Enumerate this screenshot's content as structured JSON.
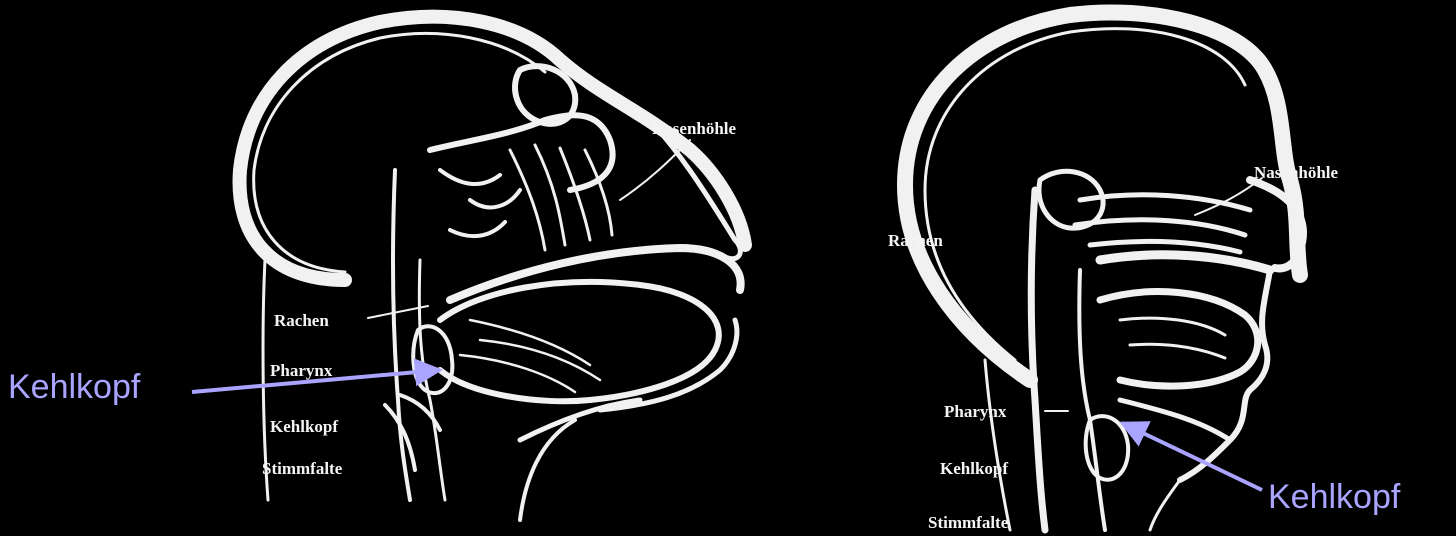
{
  "colors": {
    "background": "#000000",
    "sketch": "#f1f1f1",
    "callout": "#a9a4ff"
  },
  "left_diagram": {
    "labels": {
      "nasal_cavity": "Nasenhöhle",
      "rachen": "Rachen",
      "pharynx": "Pharynx",
      "kehlkopf": "Kehlkopf",
      "stimmfalte": "Stimmfalte"
    },
    "callout": "Kehlkopf"
  },
  "right_diagram": {
    "labels": {
      "nasal_cavity": "Nasenhöhle",
      "rachen": "Rachen",
      "pharynx": "Pharynx",
      "kehlkopf": "Kehlkopf",
      "stimmfalte": "Stimmfalte"
    },
    "callout": "Kehlkopf"
  }
}
